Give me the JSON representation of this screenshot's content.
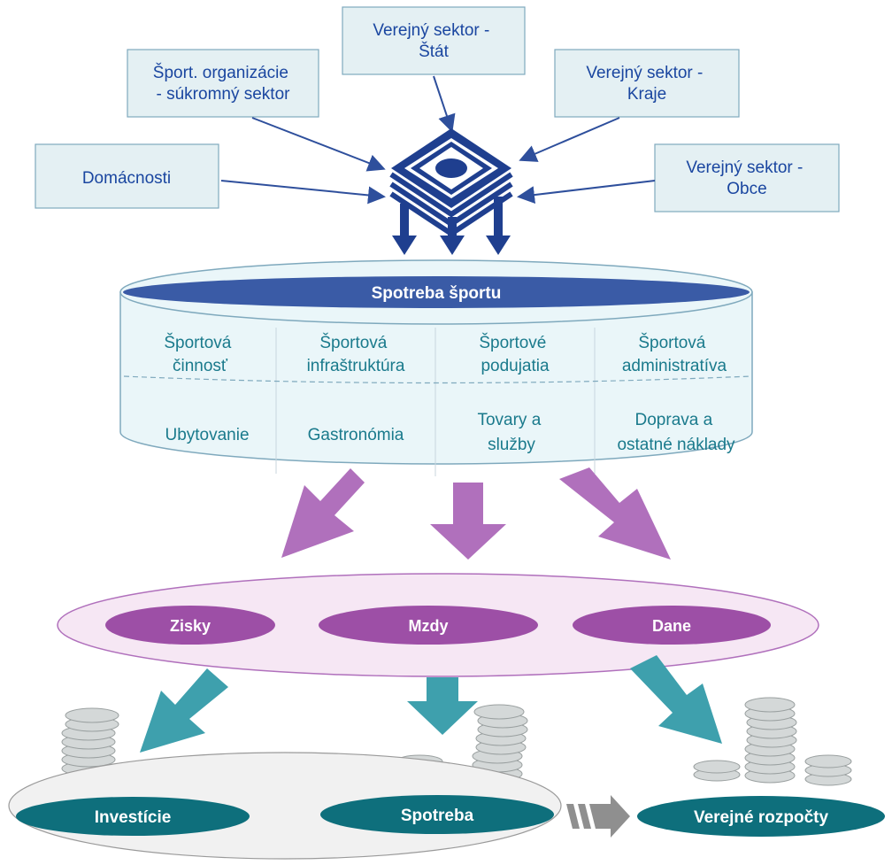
{
  "sources": [
    {
      "id": "households",
      "lines": [
        "Domácnosti"
      ]
    },
    {
      "id": "private",
      "lines": [
        "Šport. organizácie",
        "- súkromný sektor"
      ]
    },
    {
      "id": "state",
      "lines": [
        "Verejný sektor -",
        "Štát"
      ]
    },
    {
      "id": "regions",
      "lines": [
        "Verejný sektor -",
        "Kraje"
      ]
    },
    {
      "id": "municipalities",
      "lines": [
        "Verejný sektor -",
        "Obce"
      ]
    }
  ],
  "consumption": {
    "title": "Spotreba športu",
    "row1": [
      [
        "Športová",
        "činnosť"
      ],
      [
        "Športová",
        "infraštruktúra"
      ],
      [
        "Športové",
        "podujatia"
      ],
      [
        "Športová",
        "administratíva"
      ]
    ],
    "row2": [
      [
        "Ubytovanie"
      ],
      [
        "Gastronómia"
      ],
      [
        "Tovary a",
        "služby"
      ],
      [
        "Doprava a",
        "ostatné náklady"
      ]
    ]
  },
  "income": {
    "items": [
      "Zisky",
      "Mzdy",
      "Dane"
    ]
  },
  "outcomes": {
    "items": [
      "Investície",
      "Spotreba",
      "Verejné rozpočty"
    ]
  },
  "colors": {
    "blue": "#1f3f8f",
    "blueHeader": "#3a5ba6",
    "cylinder": "#eaf6f9",
    "purple": "#b070bc",
    "purpleDark": "#9d4fa6",
    "purpleLight": "#f6e7f4",
    "teal": "#3ea0ad",
    "tealDark": "#0e6f7c"
  }
}
